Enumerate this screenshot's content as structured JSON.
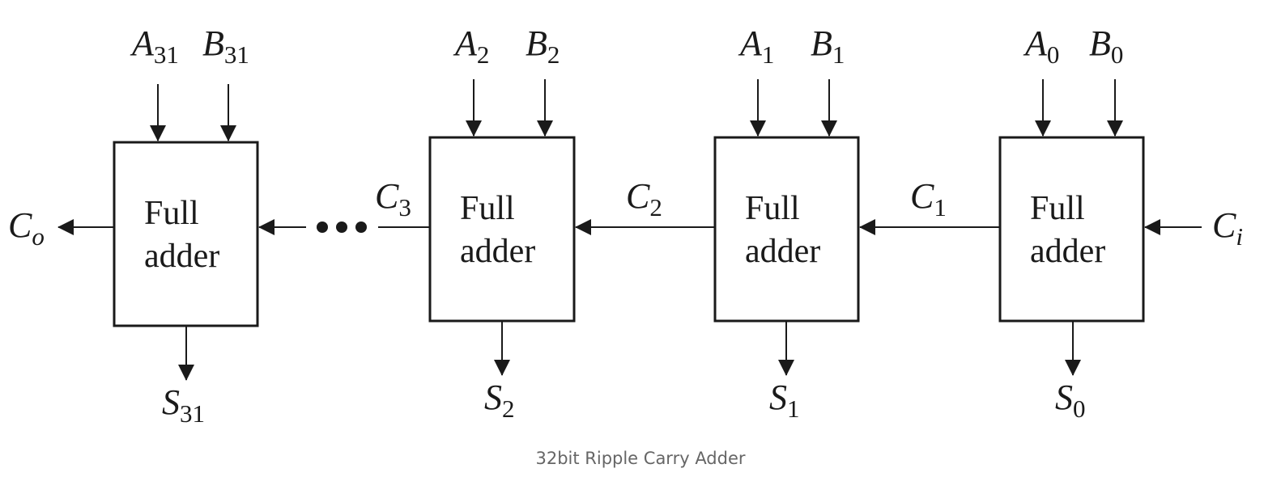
{
  "diagram": {
    "caption": "32bit Ripple Carry Adder",
    "ellipsis": "•••",
    "blocks": [
      {
        "line1": "Full",
        "line2": "adder",
        "a_base": "A",
        "a_sub": "31",
        "b_base": "B",
        "b_sub": "31",
        "s_base": "S",
        "s_sub": "31"
      },
      {
        "line1": "Full",
        "line2": "adder",
        "a_base": "A",
        "a_sub": "2",
        "b_base": "B",
        "b_sub": "2",
        "s_base": "S",
        "s_sub": "2"
      },
      {
        "line1": "Full",
        "line2": "adder",
        "a_base": "A",
        "a_sub": "1",
        "b_base": "B",
        "b_sub": "1",
        "s_base": "S",
        "s_sub": "1"
      },
      {
        "line1": "Full",
        "line2": "adder",
        "a_base": "A",
        "a_sub": "0",
        "b_base": "B",
        "b_sub": "0",
        "s_base": "S",
        "s_sub": "0"
      }
    ],
    "carries": {
      "co": {
        "base": "C",
        "sub": "o"
      },
      "c3": {
        "base": "C",
        "sub": "3"
      },
      "c2": {
        "base": "C",
        "sub": "2"
      },
      "c1": {
        "base": "C",
        "sub": "1"
      },
      "ci": {
        "base": "C",
        "sub": "i"
      }
    },
    "colors": {
      "line": "#1a1a1a",
      "caption": "#666666",
      "background": "#ffffff"
    }
  }
}
